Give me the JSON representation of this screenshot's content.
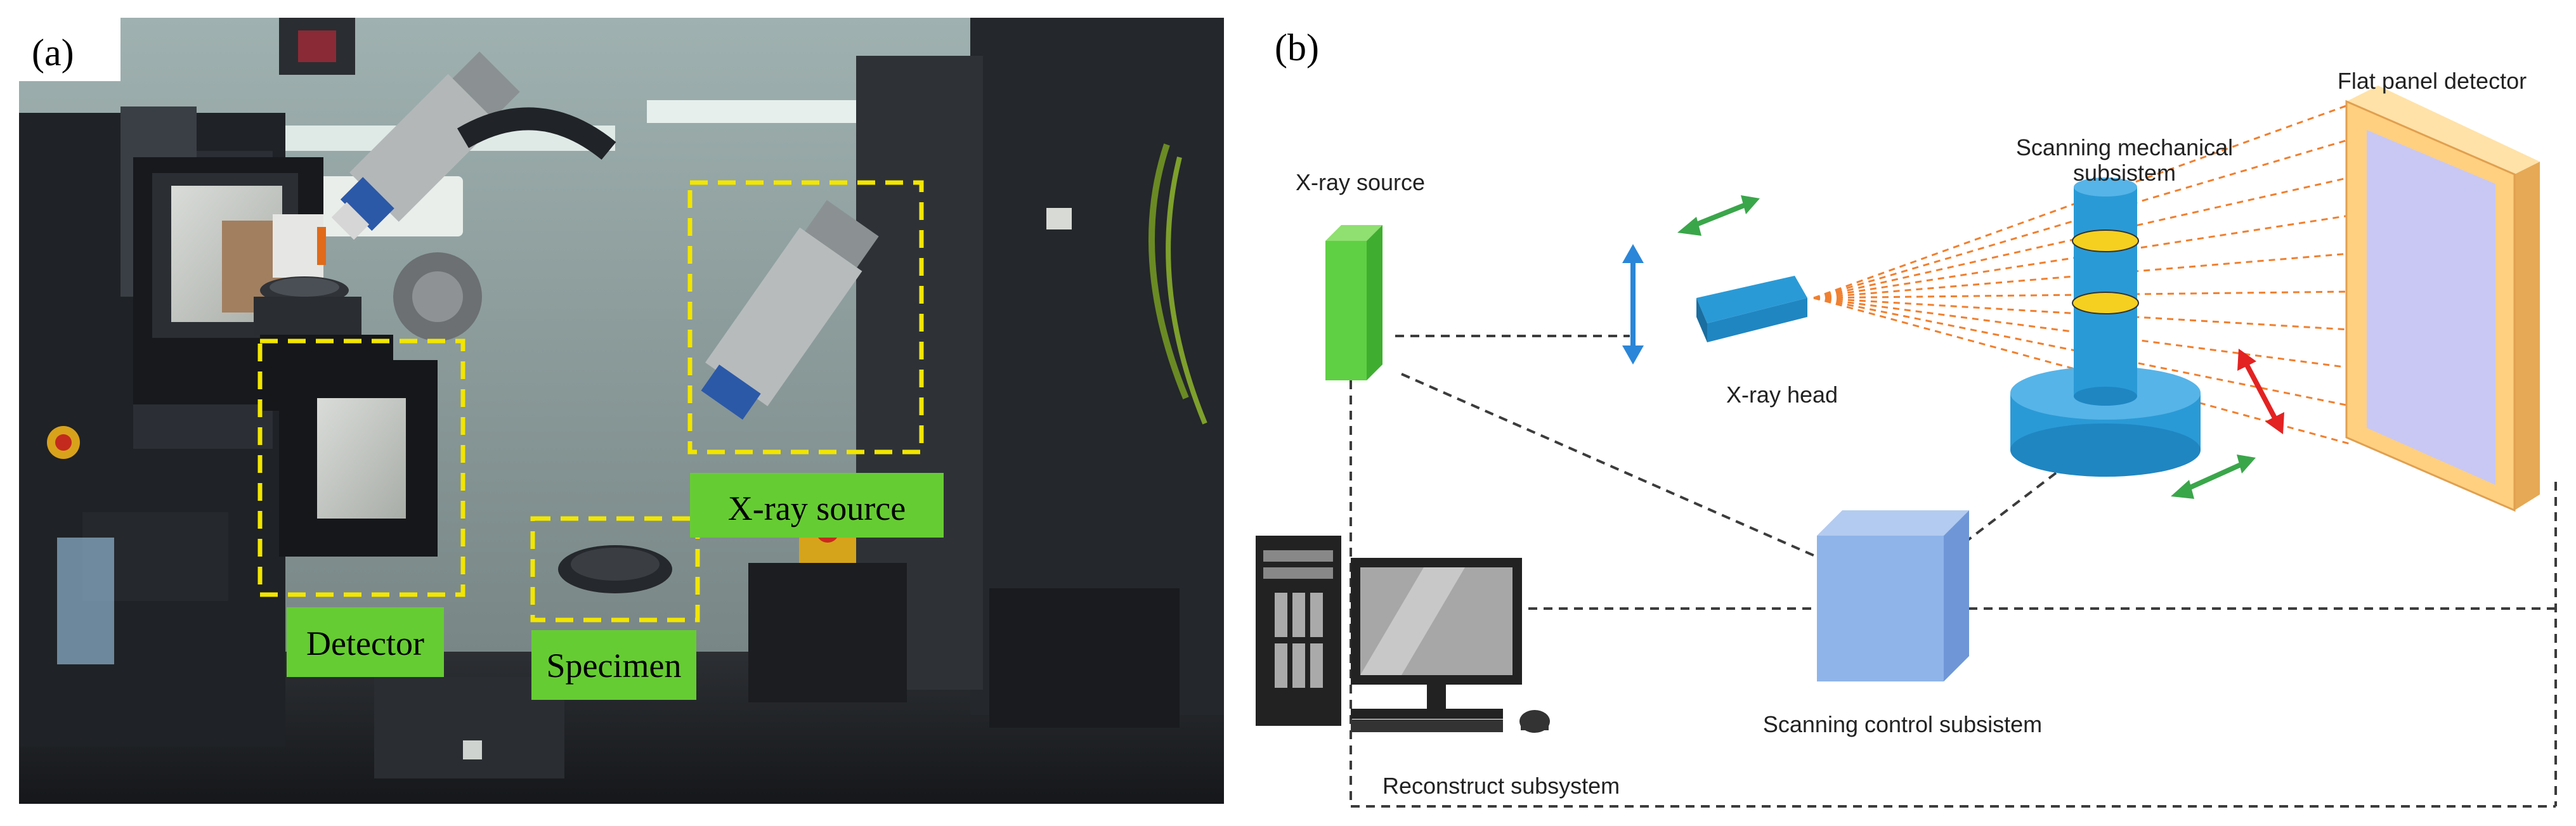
{
  "panel_a": {
    "tag": "(a)",
    "labels": {
      "xray_source": "X-ray source",
      "detector": "Detector",
      "specimen": "Specimen"
    },
    "colors": {
      "label_bg": "#66cc33",
      "dashed_box": "#f2e600"
    }
  },
  "panel_b": {
    "tag": "(b)",
    "labels": {
      "xray_source": "X-ray source",
      "xray_head": "X-ray head",
      "scanning_mechanical": "Scanning mechanical",
      "scanning_mechanical_2": "subsistem",
      "flat_panel_detector": "Flat panel detector",
      "scanning_control": "Scanning control subsistem",
      "reconstruct": "Reconstruct subsystem"
    },
    "colors": {
      "source_box": "#5fd044",
      "control_box": "#8fb4ea",
      "stage": "#2a9ad6",
      "detector_frame": "#ffd080",
      "detector_screen": "#c9c8f4",
      "beam": "#f08030",
      "arrow_blue": "#2a86d8",
      "arrow_green": "#3aa64a",
      "arrow_red": "#e32222"
    },
    "icons": [
      "computer-tower-icon",
      "monitor-icon",
      "keyboard-icon",
      "mouse-icon"
    ]
  }
}
